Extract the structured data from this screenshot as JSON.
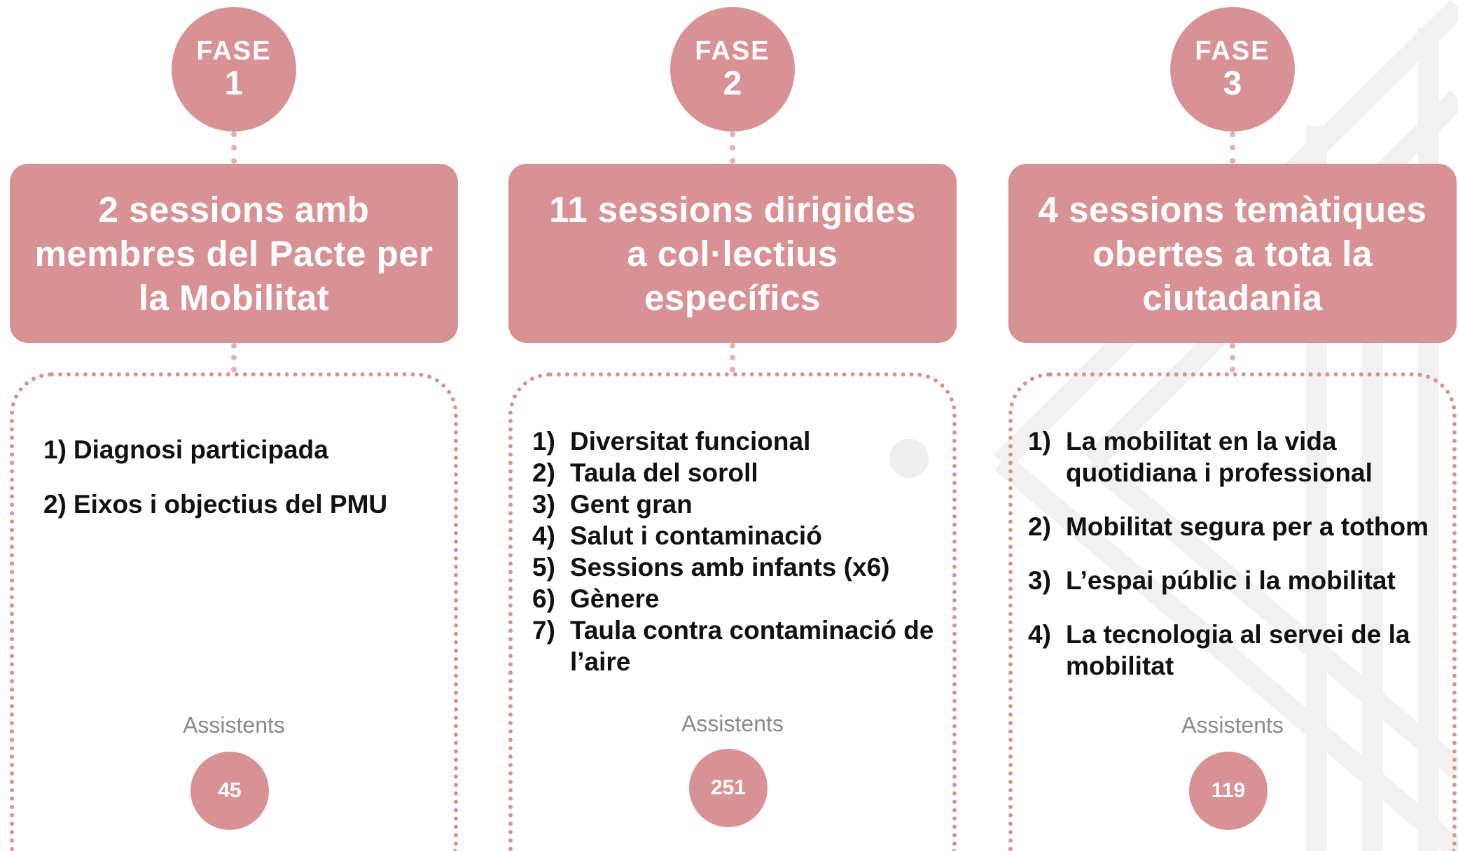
{
  "phases": [
    {
      "label": "FASE",
      "number": "1",
      "title": "2 sessions amb membres del Pacte per la Mobilitat",
      "items": [
        {
          "num": "1)",
          "text": "Diagnosi participada"
        },
        {
          "num": "2)",
          "text": "Eixos i objectius del PMU"
        }
      ],
      "assistants_label": "Assistents",
      "assistants_count": "45"
    },
    {
      "label": "FASE",
      "number": "2",
      "title": "11 sessions dirigides a col·lectius específics",
      "items": [
        {
          "num": "1)",
          "text": "Diversitat funcional"
        },
        {
          "num": "2)",
          "text": "Taula del soroll"
        },
        {
          "num": "3)",
          "text": "Gent gran"
        },
        {
          "num": "4)",
          "text": "Salut i contaminació"
        },
        {
          "num": "5)",
          "text": "Sessions amb infants (x6)"
        },
        {
          "num": "6)",
          "text": "Gènere"
        },
        {
          "num": "7)",
          "text": "Taula contra contaminació de l’aire"
        }
      ],
      "assistants_label": "Assistents",
      "assistants_count": "251"
    },
    {
      "label": "FASE",
      "number": "3",
      "title": "4 sessions temàtiques obertes a tota la ciutadania",
      "items": [
        {
          "num": "1)",
          "text": "La mobilitat en la vida quotidiana i professional"
        },
        {
          "num": "2)",
          "text": "Mobilitat segura per a tothom"
        },
        {
          "num": "3)",
          "text": "L’espai públic i la mobilitat"
        },
        {
          "num": "4)",
          "text": "La tecnologia al servei de la mobilitat"
        }
      ],
      "assistants_label": "Assistents",
      "assistants_count": "119"
    }
  ],
  "colors": {
    "accent": "#d89294",
    "dotted": "#e6aeb1",
    "text": "#111111",
    "muted": "#8a8a8a"
  }
}
